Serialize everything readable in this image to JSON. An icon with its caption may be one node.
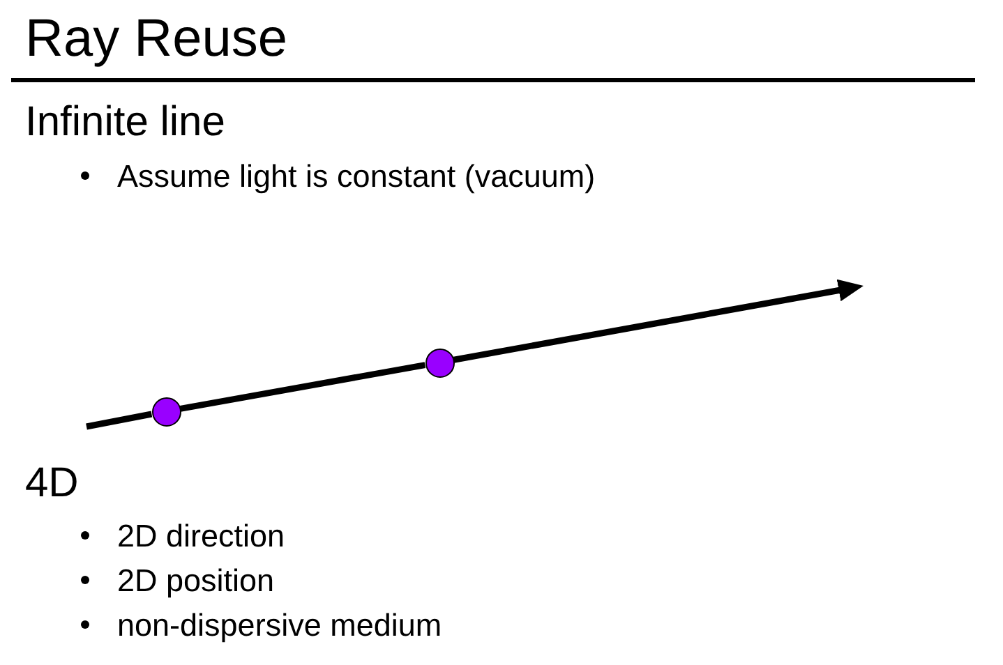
{
  "diagram": {
    "title": "Ray Reuse",
    "nodes": [
      {
        "text": [],
        "shape": "circle"
      },
      {
        "text": [],
        "shape": "circle"
      }
    ],
    "edges": [
      {
        "from": null,
        "to": 0,
        "arrow": "none"
      },
      {
        "from": 0,
        "to": 1,
        "arrow": "none"
      },
      {
        "from": 1,
        "to": null,
        "arrow": "to"
      }
    ],
    "labels": [
      "Infinite line",
      "Assume light is constant (vacuum)",
      "4D",
      "2D direction",
      "2D position",
      "non-dispersive medium"
    ]
  }
}
